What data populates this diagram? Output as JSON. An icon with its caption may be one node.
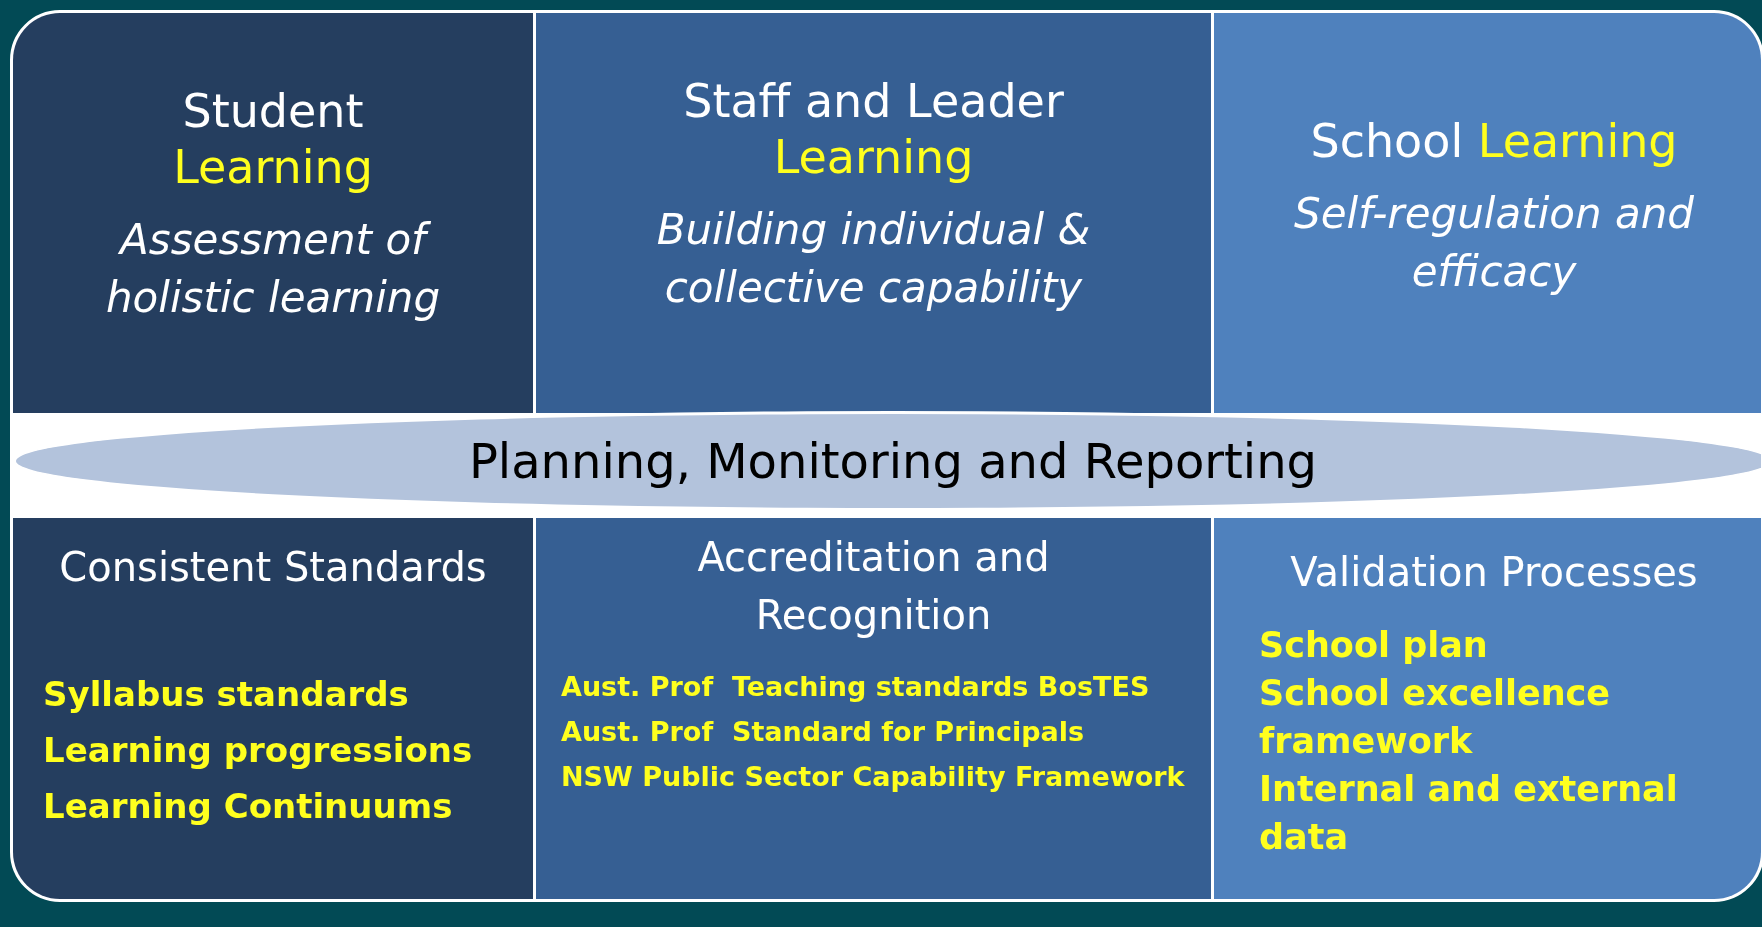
{
  "diagram": {
    "nodes": [
      {
        "text": [
          "Student",
          "Learning",
          "Assessment of holistic learning"
        ]
      },
      {
        "text": [
          "Staff and Leader",
          "Learning",
          "Building individual & collective capability"
        ]
      },
      {
        "text": [
          "School",
          "Learning",
          "Self-regulation and efficacy"
        ]
      },
      {
        "text": [
          "Planning, Monitoring and Reporting"
        ]
      },
      {
        "text": [
          "Consistent Standards",
          "Syllabus standards",
          "Learning progressions",
          "Learning Continuums"
        ]
      },
      {
        "text": [
          "Accreditation and Recognition",
          "Aust. Prof  Teaching standards BosTES",
          "Aust. Prof  Standard for Principals",
          "NSW Public Sector Capability Framework"
        ]
      },
      {
        "text": [
          "Validation Processes",
          "School plan",
          "School excellence framework",
          "Internal and external data"
        ]
      }
    ]
  }
}
